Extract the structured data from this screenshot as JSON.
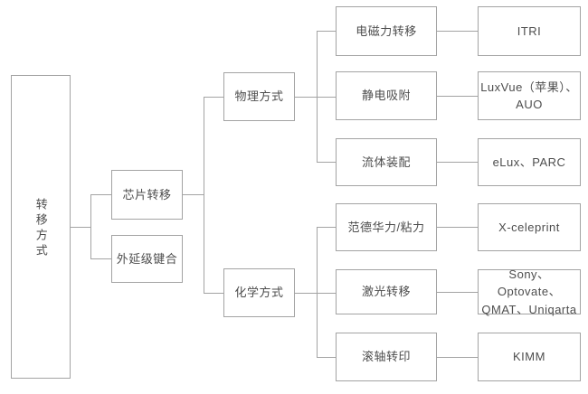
{
  "diagram": {
    "description_root": "转移方式",
    "nodes": {
      "root": "转移方式",
      "chip": "芯片转移",
      "epi": "外延级键合",
      "phys": "物理方式",
      "chem": "化学方式",
      "m1": "电磁力转移",
      "m2": "静电吸附",
      "m3": "流体装配",
      "m4": "范德华力/粘力",
      "m5": "激光转移",
      "m6": "滚轴转印",
      "c1": "ITRI",
      "c2": "LuxVue（苹果）、\nAUO",
      "c3": "eLux、PARC",
      "c4": "X-celeprint",
      "c5": "Sony、Optovate、\nQMAT、Uniqarta",
      "c6": "KIMM"
    },
    "hierarchy": [
      {
        "parent": "转移方式",
        "children": [
          "芯片转移",
          "外延级键合"
        ]
      },
      {
        "parent": "芯片转移",
        "children": [
          "物理方式",
          "化学方式"
        ]
      },
      {
        "parent": "物理方式",
        "children": [
          "电磁力转移",
          "静电吸附",
          "流体装配"
        ]
      },
      {
        "parent": "化学方式",
        "children": [
          "范德华力/粘力",
          "激光转移",
          "滚轴转印"
        ]
      },
      {
        "parent": "电磁力转移",
        "children": [
          "ITRI"
        ]
      },
      {
        "parent": "静电吸附",
        "children": [
          "LuxVue（苹果）、AUO"
        ]
      },
      {
        "parent": "流体装配",
        "children": [
          "eLux、PARC"
        ]
      },
      {
        "parent": "范德华力/粘力",
        "children": [
          "X-celeprint"
        ]
      },
      {
        "parent": "激光转移",
        "children": [
          "Sony、Optovate、QMAT、Uniqarta"
        ]
      },
      {
        "parent": "滚轴转印",
        "children": [
          "KIMM"
        ]
      }
    ],
    "colors": {
      "border": "#a3a3a3",
      "line": "#a3a3a3",
      "text": "#4d4d4d",
      "background": "#ffffff"
    }
  }
}
